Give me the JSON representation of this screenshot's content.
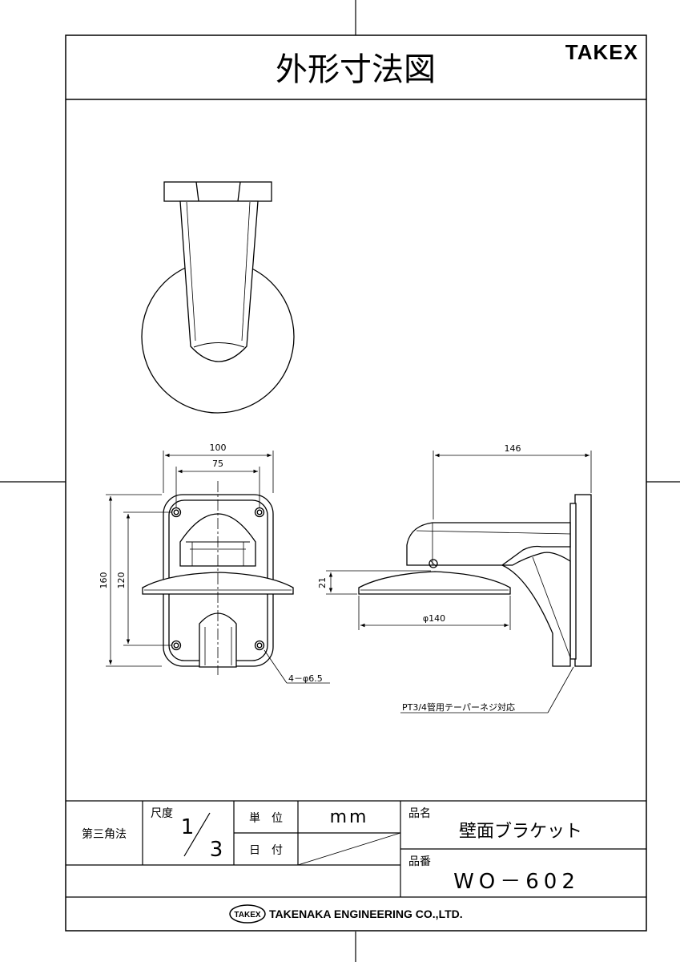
{
  "header": {
    "title": "外形寸法図",
    "brand": "TAKEX"
  },
  "dimensions": {
    "width_outer": "100",
    "width_inner": "75",
    "height_outer": "160",
    "height_inner": "120",
    "holes": "4－φ6.5",
    "arm_length": "146",
    "dome_height": "21",
    "dome_diameter": "φ140",
    "thread_note": "PT3/4管用テーパーネジ対応"
  },
  "title_block": {
    "projection": "第三角法",
    "scale_label": "尺度",
    "scale_numerator": "1",
    "scale_denominator": "3",
    "unit_label": "単　位",
    "unit_value": "mm",
    "date_label": "日　付",
    "product_name_label": "品名",
    "product_name": "壁面ブラケット",
    "product_number_label": "品番",
    "product_number": "WO－602"
  },
  "footer": {
    "logo_text": "TAKEX",
    "company": "TAKENAKA ENGINEERING CO.,LTD."
  }
}
